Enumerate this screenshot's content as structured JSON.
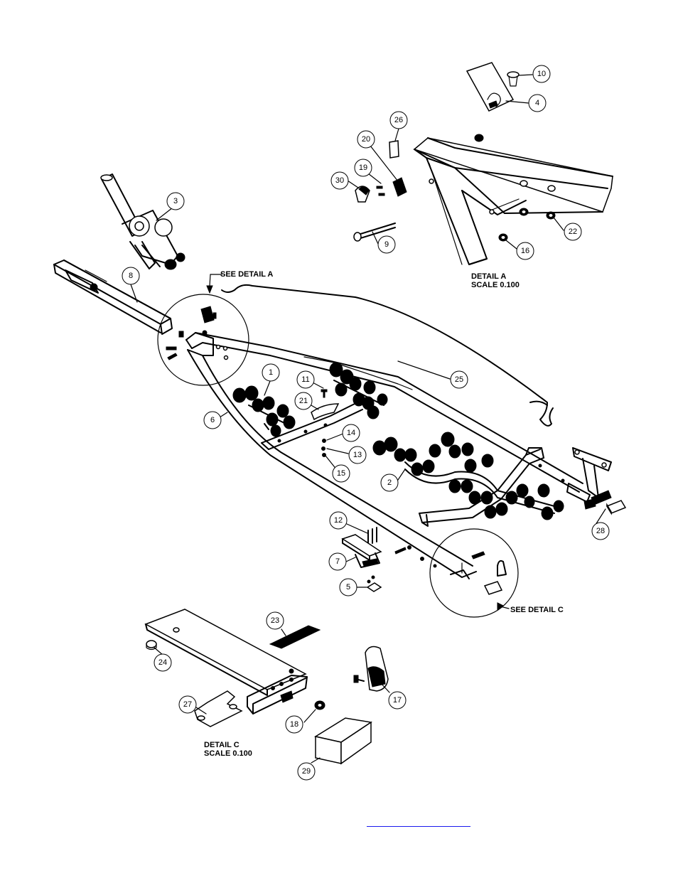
{
  "callouts": [
    {
      "id": "1",
      "label": "1"
    },
    {
      "id": "2",
      "label": "2"
    },
    {
      "id": "3",
      "label": "3"
    },
    {
      "id": "4",
      "label": "4"
    },
    {
      "id": "5",
      "label": "5"
    },
    {
      "id": "6",
      "label": "6"
    },
    {
      "id": "7",
      "label": "7"
    },
    {
      "id": "8",
      "label": "8"
    },
    {
      "id": "9",
      "label": "9"
    },
    {
      "id": "10",
      "label": "10"
    },
    {
      "id": "11",
      "label": "11"
    },
    {
      "id": "12",
      "label": "12"
    },
    {
      "id": "13",
      "label": "13"
    },
    {
      "id": "14",
      "label": "14"
    },
    {
      "id": "15",
      "label": "15"
    },
    {
      "id": "16",
      "label": "16"
    },
    {
      "id": "17",
      "label": "17"
    },
    {
      "id": "18",
      "label": "18"
    },
    {
      "id": "19",
      "label": "19"
    },
    {
      "id": "20",
      "label": "20"
    },
    {
      "id": "21",
      "label": "21"
    },
    {
      "id": "22",
      "label": "22"
    },
    {
      "id": "23",
      "label": "23"
    },
    {
      "id": "24",
      "label": "24"
    },
    {
      "id": "25",
      "label": "25"
    },
    {
      "id": "26",
      "label": "26"
    },
    {
      "id": "27",
      "label": "27"
    },
    {
      "id": "28",
      "label": "28"
    },
    {
      "id": "29",
      "label": "29"
    },
    {
      "id": "30",
      "label": "30"
    }
  ],
  "labels": {
    "see_detail_a": "SEE DETAIL  A",
    "see_detail_c": "SEE DETAIL  C",
    "detail_a_title": "DETAIL  A",
    "detail_a_scale": "SCALE  0.100",
    "detail_c_title": "DETAIL  C",
    "detail_c_scale": "SCALE  0.100"
  },
  "link": {
    "text": ""
  }
}
